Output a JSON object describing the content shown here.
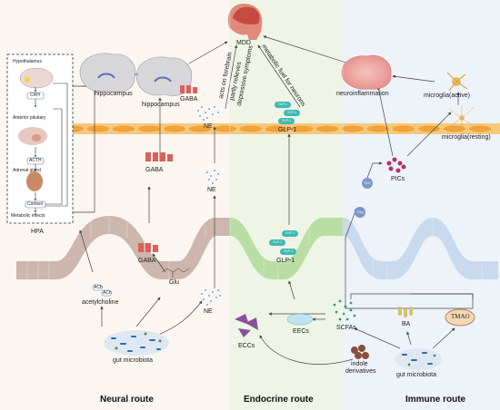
{
  "routes": {
    "neural": "Neural route",
    "endocrine": "Endocrine route",
    "immune": "Immune route"
  },
  "hpa": {
    "title": "HPA",
    "hypothalamus": "Hypothalamus",
    "crh": "CRH",
    "anterior_pituitary": "Anterior pituitary",
    "acth": "ACTH",
    "adrenal_gland": "Adrenal gland",
    "cortisol": "Cortisol",
    "metabolic_effects": "Metabolic effects"
  },
  "brain": {
    "mdd": "MDD",
    "hippocampus_1": "hippocampus",
    "hippocampus_2": "hippocampus",
    "gaba_brain": "GABA",
    "ne_brain": "NE",
    "acts_on_forebrain": "acts on forebrain",
    "partly_relieves_1": "partly relieves",
    "partly_relieves_2": "depressive symptoms",
    "metabolic_fuel": "metabolic fuel for neurons",
    "glp1_brain": "GLP-1",
    "neuroinflammation": "neuroinflammation",
    "microglia_active": "microglia(active)",
    "microglia_resting": "microglia(resting)"
  },
  "neural": {
    "gaba_mid": "GABA",
    "gaba_low": "GABA",
    "ne_mid": "NE",
    "ne_low": "NE",
    "glu": "Glu",
    "ach_1": "ACh",
    "ach_2": "ACh",
    "acetylcholine": "acetylcholine",
    "gut_microbiota": "gut microbiota"
  },
  "endocrine": {
    "glp1_low": "GLP-1",
    "glp1_chip": "GLP-1",
    "eccs": "ECCs",
    "eecs": "EECs",
    "indole": "indole",
    "derivatives": "derivatives"
  },
  "immune": {
    "pics": "PICs",
    "scfas": "SCFAs",
    "ba": "BA",
    "tmao": "TMAO",
    "gut_microbiota": "gut microbiota",
    "treg": "Treg",
    "th17": "Th17"
  },
  "colors": {
    "neural_bg": "#fbf6f1",
    "endocrine_bg": "#eef5e6",
    "immune_bg": "#eef3fa",
    "gut_neural": "#cdb6ad",
    "gut_endocrine": "#b9dea4",
    "gut_immune": "#c9d9ee",
    "bbb": "#f2b35a",
    "glp1": "#3fb9b2",
    "eccs": "#8b4f9e",
    "scfa": "#3f9a57",
    "brain_red": "#d9534f"
  }
}
